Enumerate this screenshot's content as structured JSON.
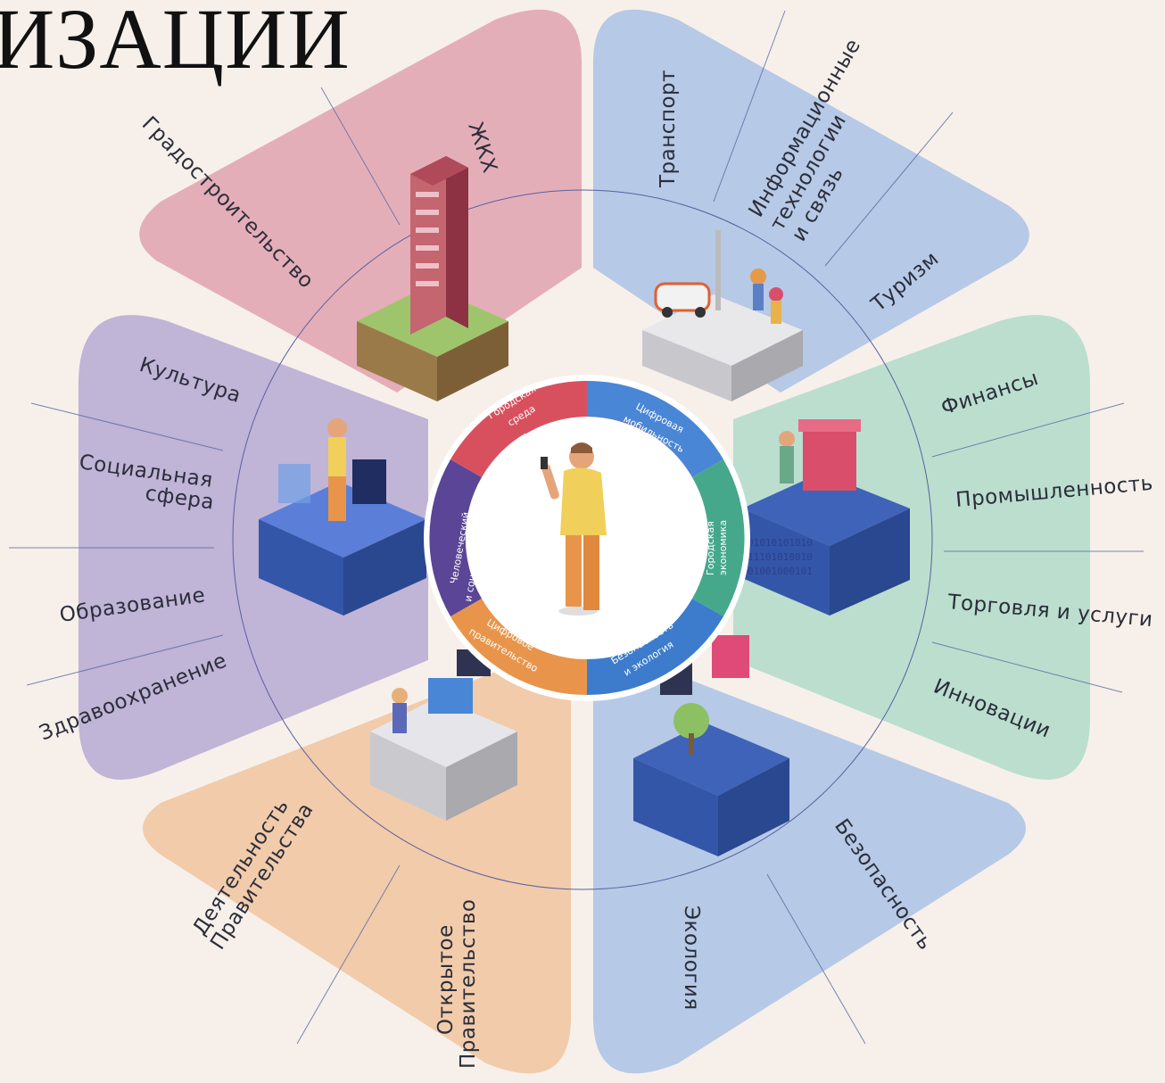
{
  "title": "ИЗАЦИИ",
  "edge_fragment": "I",
  "colors": {
    "background": "#f7f0ea",
    "urban": "#e3aab6",
    "mobility": "#b2c6e6",
    "economy": "#b7dccd",
    "safety": "#b2c6e6",
    "government": "#f0c8a6",
    "human": "#bdb0d6"
  },
  "ring": {
    "segments": [
      {
        "label_1": "Городская",
        "label_2": "среда",
        "color": "#d8505e"
      },
      {
        "label_1": "Цифровая",
        "label_2": "мобильность",
        "color": "#4a86d6"
      },
      {
        "label_1": "Городская",
        "label_2": "экономика",
        "color": "#45a88b"
      },
      {
        "label_1": "Безопасность",
        "label_2": "и экология",
        "color": "#3d7ccc"
      },
      {
        "label_1": "Цифровое",
        "label_2": "правительство",
        "color": "#e8954b"
      },
      {
        "label_1": "Человеческий",
        "label_2": "и социальный капитал",
        "color": "#5a4596"
      }
    ]
  },
  "sectors": {
    "urban": {
      "label_1": "Градостроительство",
      "label_2": "ЖКХ"
    },
    "mobility": {
      "label_1": "Транспорт",
      "label_2": "Информационные",
      "label_3": "технологии",
      "label_4": "и связь",
      "label_5": "Туризм"
    },
    "economy": {
      "label_1": "Финансы",
      "label_2": "Промышленность",
      "label_3": "Торговля и услуги",
      "label_4": "Инновации"
    },
    "safety": {
      "label_1": "Безопасность",
      "label_2": "Экология"
    },
    "government": {
      "label_1": "Деятельность",
      "label_2": "Правительства",
      "label_3": "Открытое",
      "label_4": "Правительство"
    },
    "human": {
      "label_1": "Культура",
      "label_2": "Социальная",
      "label_3": "сфера",
      "label_4": "Образование",
      "label_5": "Здравоохранение"
    }
  },
  "binary": {
    "row_1": "01010101010",
    "row_2": "11101010010",
    "row_3": "01001000101"
  }
}
